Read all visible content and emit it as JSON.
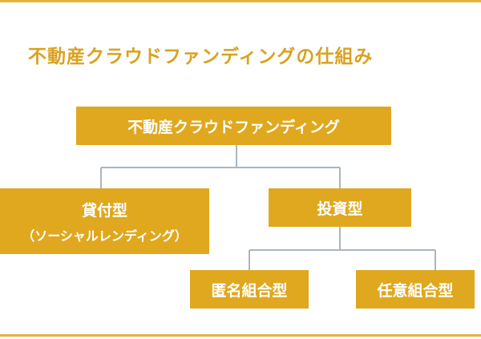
{
  "title": "不動産クラウドファンディングの仕組み",
  "root": {
    "label": "不動産クラウドファンディング"
  },
  "loan": {
    "label": "貸付型",
    "sublabel": "（ソーシャルレンディング）"
  },
  "invest": {
    "label": "投資型"
  },
  "anon": {
    "label": "匿名組合型"
  },
  "nini": {
    "label": "任意組合型"
  },
  "colors": {
    "box": "#e0a81f",
    "title": "#d9a21f",
    "connector": "#a9b6c2",
    "border": "#e6b43c"
  }
}
